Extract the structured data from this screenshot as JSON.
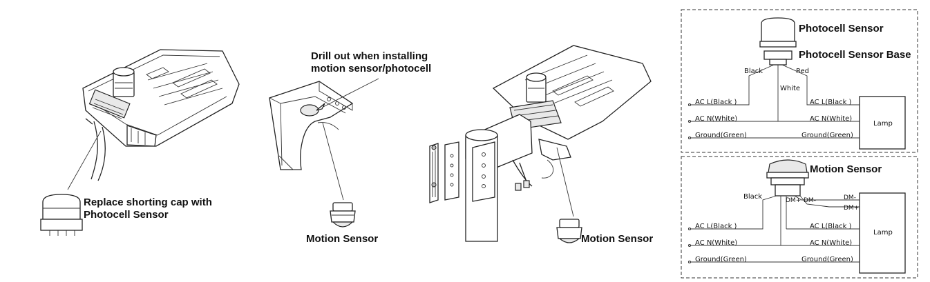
{
  "callouts": {
    "photocell_line1": "Replace shorting cap with",
    "photocell_line2": "Photocell Sensor",
    "drill_line1": "Drill out when installing",
    "drill_line2": "motion sensor/photocell",
    "motion_left": "Motion Sensor",
    "motion_right": "Motion Sensor"
  },
  "wiring_top": {
    "title": "Photocell Sensor",
    "base": "Photocell Sensor Base",
    "wire_black": "Black",
    "wire_red": "Red",
    "wire_white": "White",
    "acl_left": "AC  L(Black  )",
    "acn_left": "AC  N(White)",
    "gnd_left": "Ground(Green)",
    "acl_right": "AC  L(Black  )",
    "acn_right": "AC  N(White)",
    "gnd_right": "Ground(Green)",
    "lamp": "Lamp"
  },
  "wiring_bottom": {
    "title": "Motion Sensor",
    "wire_black": "Black",
    "dm_plus_sensor": "DM+",
    "dm_minus_sensor": "DM-",
    "dm_minus_lamp": "DM-",
    "dm_plus_lamp": "DM+",
    "acl_left": "AC  L(Black  )",
    "acn_left": "AC  N(White)",
    "gnd_left": "Ground(Green)",
    "acl_right": "AC  L(Black  )",
    "acn_right": "AC  N(White)",
    "gnd_right": "Ground(Green)",
    "lamp": "Lamp"
  }
}
